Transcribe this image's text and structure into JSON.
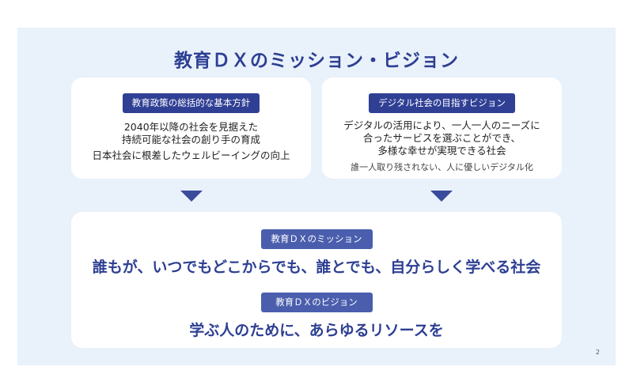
{
  "title": "教育ＤＸのミッション・ビジョン",
  "left_card": {
    "badge": "教育政策の総括的な基本方針",
    "lines": [
      "2040年以降の社会を見据えた",
      "持続可能な社会の創り手の育成",
      "日本社会に根差したウェルビーイングの向上"
    ]
  },
  "right_card": {
    "badge": "デジタル社会の目指すビジョン",
    "lines": [
      "デジタルの活用により、一人一人のニーズに",
      "合ったサービスを選ぶことができ、",
      "多様な幸せが実現できる社会"
    ],
    "sub": "誰一人取り残されない、人に優しいデジタル化"
  },
  "bottom_card": {
    "mission_badge": "教育ＤＸのミッション",
    "mission_text": "誰もが、いつでもどこからでも、誰とでも、自分らしく学べる社会",
    "vision_badge": "教育ＤＸのビジョン",
    "vision_text": "学ぶ人のために、あらゆるリソースを"
  },
  "page_number": "2"
}
